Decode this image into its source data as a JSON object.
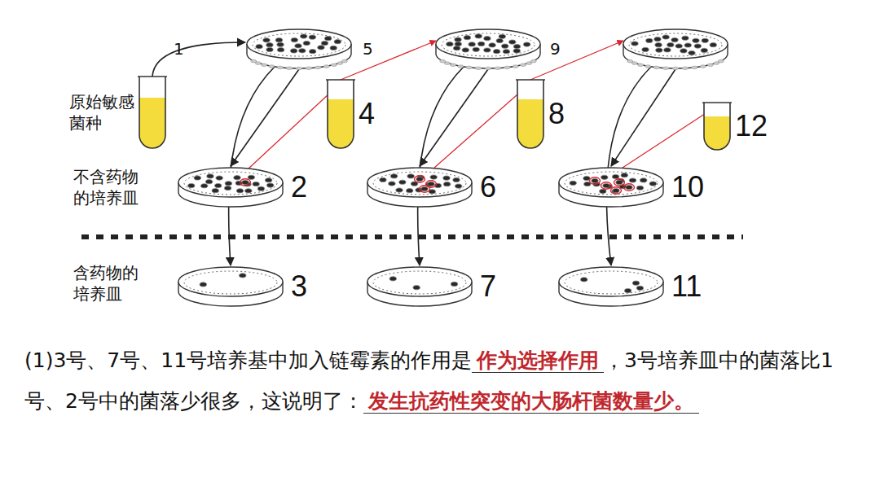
{
  "diagram": {
    "nodes": [
      {
        "text": [
          "原始敏感菌种"
        ]
      },
      {
        "text": [
          "1"
        ]
      },
      {
        "text": [
          "2"
        ]
      },
      {
        "text": [
          "3"
        ]
      },
      {
        "text": [
          "4"
        ]
      },
      {
        "text": [
          "5"
        ]
      },
      {
        "text": [
          "6"
        ]
      },
      {
        "text": [
          "7"
        ]
      },
      {
        "text": [
          "8"
        ]
      },
      {
        "text": [
          "9"
        ]
      },
      {
        "text": [
          "10"
        ]
      },
      {
        "text": [
          "11"
        ]
      },
      {
        "text": [
          "12"
        ]
      }
    ],
    "edges": [
      {
        "from": 0,
        "to": 1,
        "arrow": "to"
      },
      {
        "from": 1,
        "to": 2,
        "arrow": "to"
      },
      {
        "from": 1,
        "to": 3,
        "arrow": "to"
      },
      {
        "from": 2,
        "to": 4,
        "arrow": "to"
      },
      {
        "from": 4,
        "to": 5,
        "arrow": "to"
      },
      {
        "from": 5,
        "to": 6,
        "arrow": "to"
      },
      {
        "from": 5,
        "to": 7,
        "arrow": "to"
      },
      {
        "from": 6,
        "to": 8,
        "arrow": "to"
      },
      {
        "from": 8,
        "to": 9,
        "arrow": "to"
      },
      {
        "from": 9,
        "to": 10,
        "arrow": "to"
      },
      {
        "from": 9,
        "to": 11,
        "arrow": "to"
      },
      {
        "from": 10,
        "to": 12,
        "arrow": "to"
      }
    ],
    "labels": [
      "不含药物的培养皿",
      "含药物的培养皿",
      "(1)3号、7号、11号培养基中加入链霉素的作用是",
      "作为选择作用",
      "，3号培养皿中的菌落比1号、2号中的菌落少很多，这说明了：",
      "发生抗药性突变的大肠杆菌数量少。"
    ]
  }
}
